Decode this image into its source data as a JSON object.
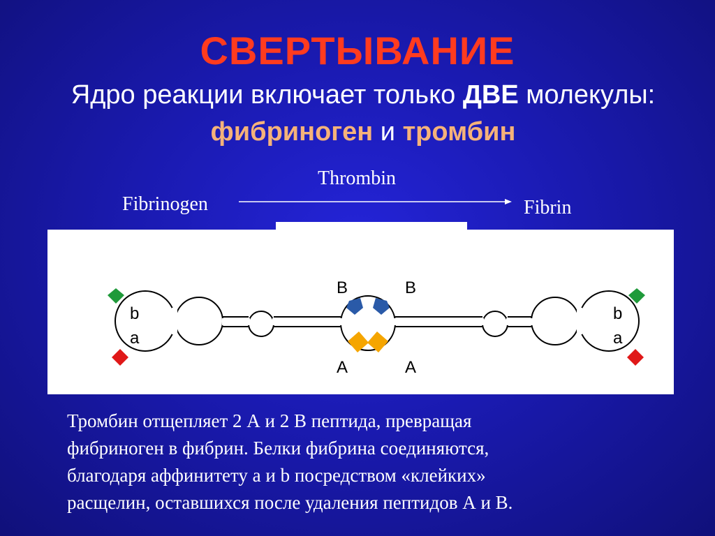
{
  "slide": {
    "title": "СВЕРТЫВАНИЕ",
    "subtitle": {
      "part1": "Ядро реакции включает только ",
      "emphasis": "ДВЕ",
      "part2": " молекулы:"
    },
    "molecules": {
      "first": "фибриноген",
      "conj": " и ",
      "second": "тромбин"
    }
  },
  "reaction": {
    "substrate": "Fibrinogen",
    "enzyme": "Thrombin",
    "product": "Fibrin"
  },
  "diagram": {
    "peptide_upper_left": "B",
    "peptide_upper_right": "B",
    "peptide_lower_left": "A",
    "peptide_lower_right": "A",
    "site_b_left": "b",
    "site_a_left": "a",
    "site_b_right": "b",
    "site_a_right": "a",
    "colors": {
      "peptide_b": "#2a5aa8",
      "peptide_a": "#f5a500",
      "knob_b": "#1f9a3a",
      "knob_a": "#e01818"
    }
  },
  "description": {
    "lines": [
      "Тромбин отщепляет 2 А и 2 В пептида, превращая",
      "фибриноген в фибрин. Белки фибрина соединяются,",
      "благодаря аффинитету a и b посредством «клейких»",
      "расщелин, оставшихся после удаления пептидов А и В."
    ]
  }
}
